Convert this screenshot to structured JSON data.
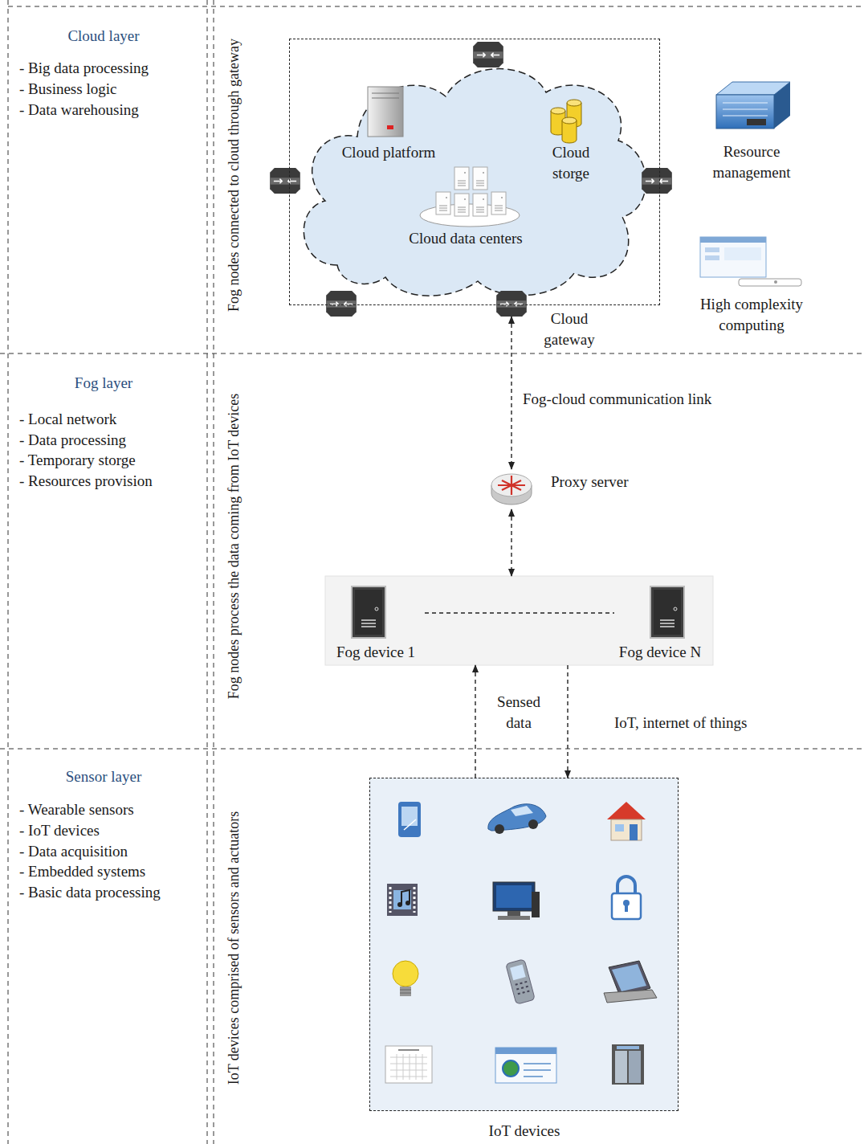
{
  "diagram": {
    "nodes": [
      {
        "text": [
          "Cloud layer",
          "- Big data processing",
          "- Business logic",
          "- Data warehousing"
        ]
      },
      {
        "text": [
          "Fog layer",
          "- Local network",
          "- Data processing",
          "- Temporary storge",
          "- Resources provision"
        ]
      },
      {
        "text": [
          "Sensor layer",
          "- Wearable sensors",
          "- IoT devices",
          "- Data acquisition",
          "- Embedded systems",
          "- Basic data processing"
        ]
      },
      {
        "text": [
          "Cloud platform",
          "Cloud storge",
          "Cloud data centers"
        ],
        "in": 0
      },
      {
        "text": [
          "Cloud gateway"
        ],
        "in": 0
      },
      {
        "text": [
          "Proxy server"
        ],
        "in": 1
      },
      {
        "text": [],
        "in": 1
      },
      {
        "text": [
          "Fog device 1"
        ],
        "in": 6
      },
      {
        "text": [
          "Fog device N"
        ],
        "in": 6
      },
      {
        "text": [
          "IoT devices"
        ],
        "in": 2
      }
    ],
    "edges": [
      {
        "from": 4,
        "to": 5,
        "arrow": "both",
        "label": "Fog-cloud communication link"
      },
      {
        "from": 5,
        "to": 6,
        "arrow": "both"
      },
      {
        "from": 9,
        "to": 6,
        "arrow": "to",
        "label": "Sensed data"
      },
      {
        "from": 6,
        "to": 9,
        "arrow": "to"
      },
      {
        "from": 7,
        "to": 8,
        "arrow": "none"
      }
    ],
    "labels": [
      "Fog nodes connected to cloud through gateway",
      "Fog nodes process the data coming from IoT devices",
      "IoT devices comprised of sensors and actuators",
      "Resource management",
      "High complexity computing",
      "IoT, internet of things"
    ]
  }
}
